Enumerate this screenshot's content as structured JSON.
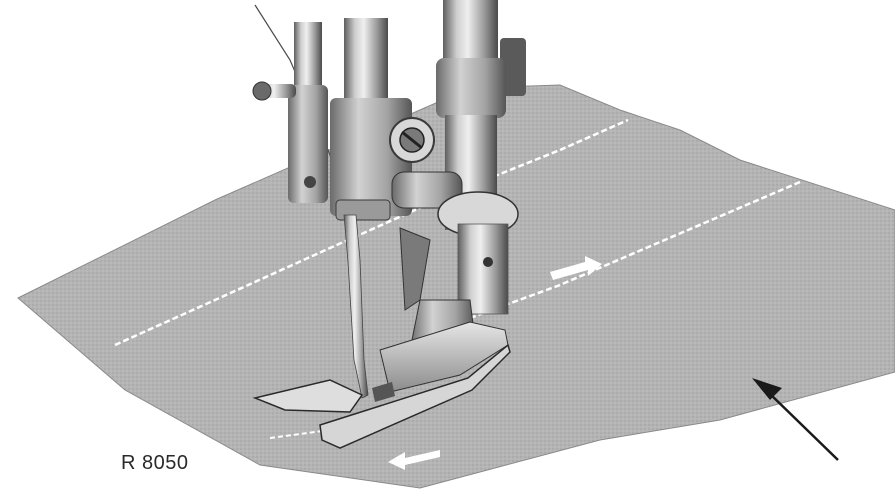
{
  "illustration": {
    "subject": "sewing-machine-presser-foot-on-fabric",
    "caption": "R 8050",
    "colors": {
      "fabric": "#b3b3b3",
      "fabric_dark": "#9a9a9a",
      "metal_light": "#d9d9d9",
      "metal_mid": "#a6a6a6",
      "metal_dark": "#5e5e5e",
      "stitch": "#ffffff",
      "ink": "#1a1a1a"
    },
    "icons": [
      "fabric-feed-arrow-right",
      "fabric-feed-arrow-left",
      "pointer-arrow"
    ]
  }
}
